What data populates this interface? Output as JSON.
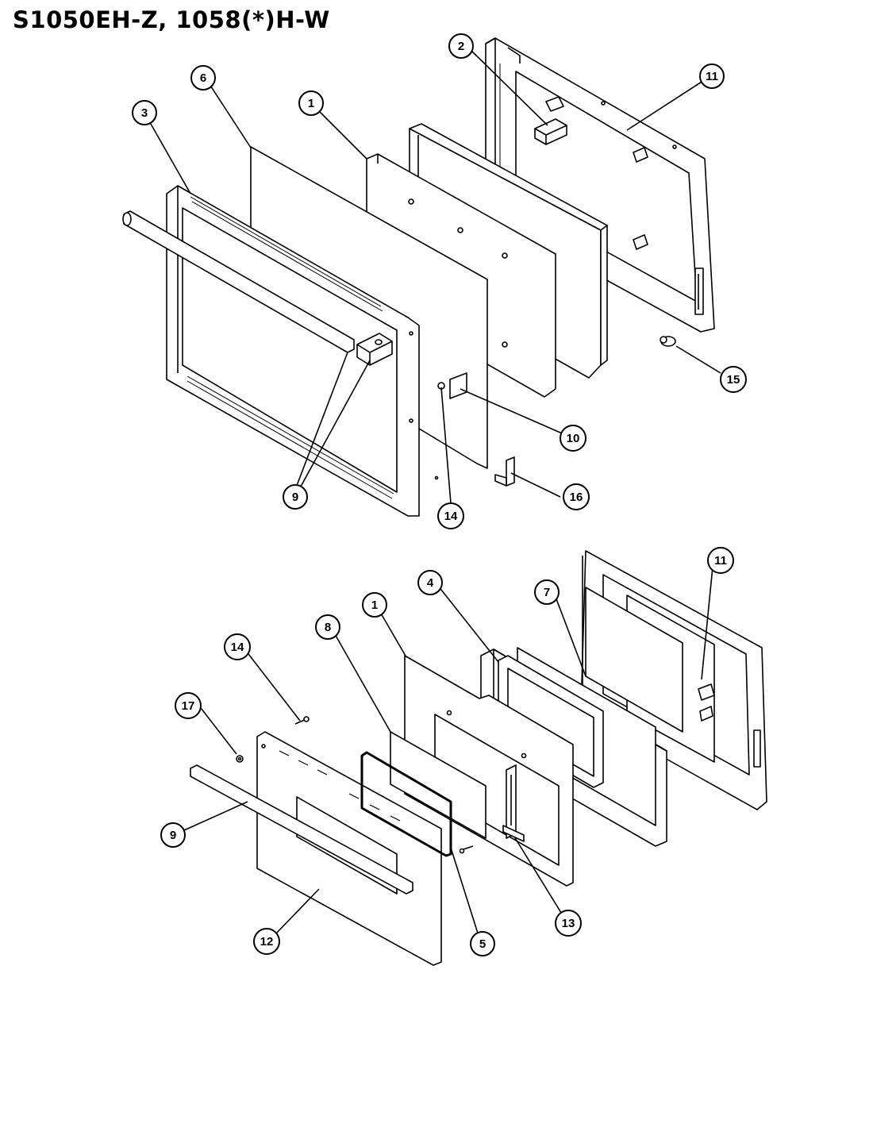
{
  "title": "S1050EH-Z, 1058(*)H-W",
  "callouts": [
    {
      "id": "c-top-1",
      "label": "1"
    },
    {
      "id": "c-top-2",
      "label": "2"
    },
    {
      "id": "c-top-3",
      "label": "3"
    },
    {
      "id": "c-top-6",
      "label": "6"
    },
    {
      "id": "c-top-9",
      "label": "9"
    },
    {
      "id": "c-top-10",
      "label": "10"
    },
    {
      "id": "c-top-11",
      "label": "11"
    },
    {
      "id": "c-top-14",
      "label": "14"
    },
    {
      "id": "c-top-15",
      "label": "15"
    },
    {
      "id": "c-top-16",
      "label": "16"
    },
    {
      "id": "c-bot-1",
      "label": "1"
    },
    {
      "id": "c-bot-4",
      "label": "4"
    },
    {
      "id": "c-bot-5",
      "label": "5"
    },
    {
      "id": "c-bot-7",
      "label": "7"
    },
    {
      "id": "c-bot-8",
      "label": "8"
    },
    {
      "id": "c-bot-9",
      "label": "9"
    },
    {
      "id": "c-bot-11",
      "label": "11"
    },
    {
      "id": "c-bot-12",
      "label": "12"
    },
    {
      "id": "c-bot-13",
      "label": "13"
    },
    {
      "id": "c-bot-14",
      "label": "14"
    },
    {
      "id": "c-bot-17",
      "label": "17"
    }
  ]
}
